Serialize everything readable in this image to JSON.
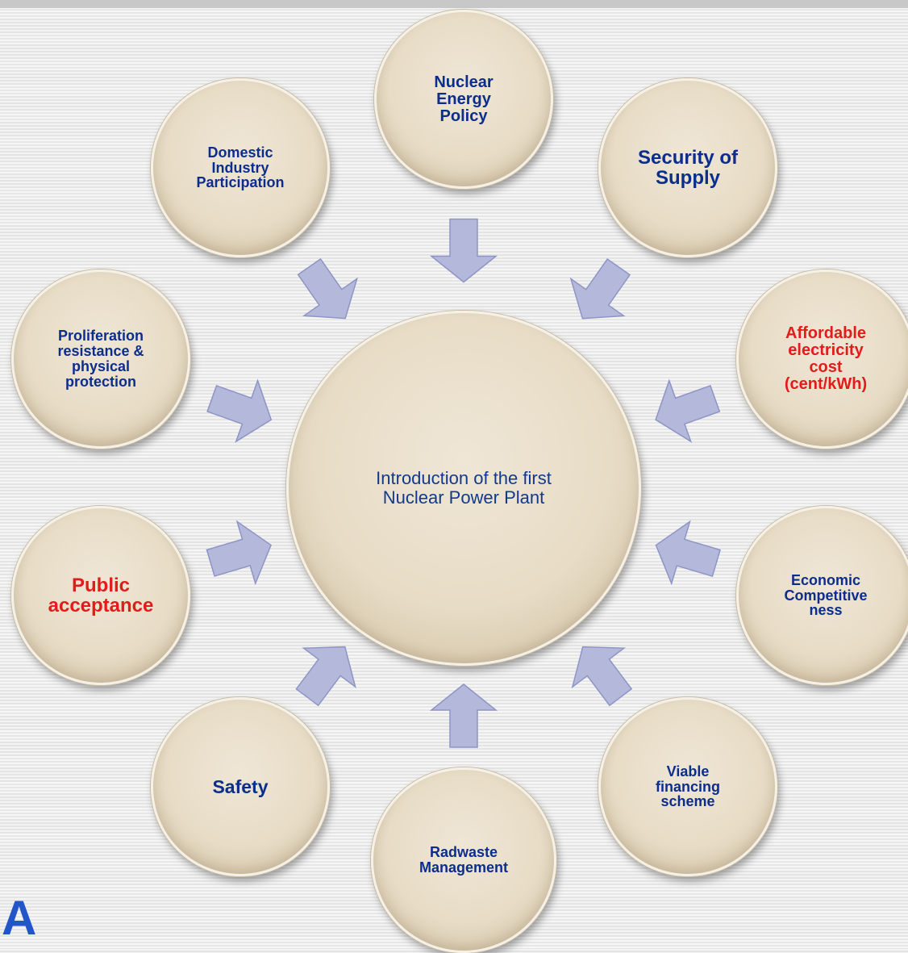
{
  "colors": {
    "text_blue": "#0b2d8c",
    "text_red": "#e31b1b",
    "arrow_fill": "#b4b9dc",
    "arrow_stroke": "#8e95c4",
    "bubble_fill": "#e7dcc6"
  },
  "center": {
    "label": "Introduction of the first\nNuclear Power Plant"
  },
  "factors": [
    {
      "id": "nuclear-energy-policy",
      "label": "Nuclear\nEnergy\nPolicy",
      "emphasis": "blue"
    },
    {
      "id": "security-of-supply",
      "label": "Security of\nSupply",
      "emphasis": "blue"
    },
    {
      "id": "affordable-electricity-cost",
      "label": "Affordable\nelectricity\ncost\n(cent/kWh)",
      "emphasis": "red"
    },
    {
      "id": "economic-competitiveness",
      "label": "Economic\nCompetitive\nness",
      "emphasis": "blue"
    },
    {
      "id": "viable-financing-scheme",
      "label": "Viable\nfinancing\nscheme",
      "emphasis": "blue"
    },
    {
      "id": "radwaste-management",
      "label": "Radwaste\nManagement",
      "emphasis": "blue"
    },
    {
      "id": "safety",
      "label": "Safety",
      "emphasis": "blue"
    },
    {
      "id": "public-acceptance",
      "label": "Public\nacceptance",
      "emphasis": "red"
    },
    {
      "id": "proliferation-resistance",
      "label": "Proliferation\nresistance &\nphysical\nprotection",
      "emphasis": "blue"
    },
    {
      "id": "domestic-industry-participation",
      "label": "Domestic\nIndustry\nParticipation",
      "emphasis": "blue"
    }
  ],
  "logo": {
    "text": "A"
  }
}
